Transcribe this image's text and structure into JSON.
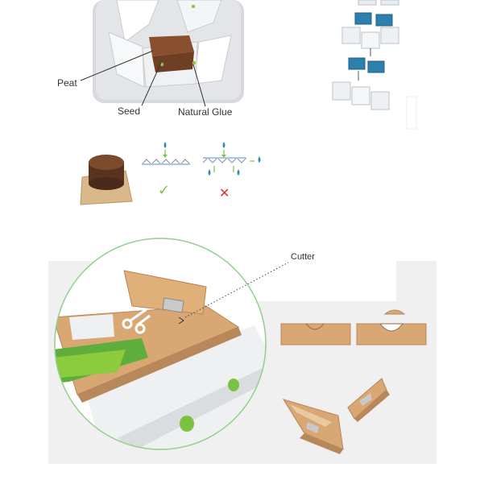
{
  "labels": {
    "peat": "Peat",
    "seed": "Seed",
    "natural_glue": "Natural Glue",
    "cutter": "Cutter"
  },
  "indicators": {
    "correct": "✓",
    "wrong": "✕"
  },
  "colors": {
    "kraft": "#d9a774",
    "peat": "#6e3f25",
    "seed_green": "#8ccb3e",
    "water_blue": "#2a8fb0",
    "check_green": "#7cc242",
    "cross_red": "#d9342b",
    "box_white": "#eef1f3",
    "box_blue": "#2d7fae",
    "circle_green": "#8fd08a"
  }
}
